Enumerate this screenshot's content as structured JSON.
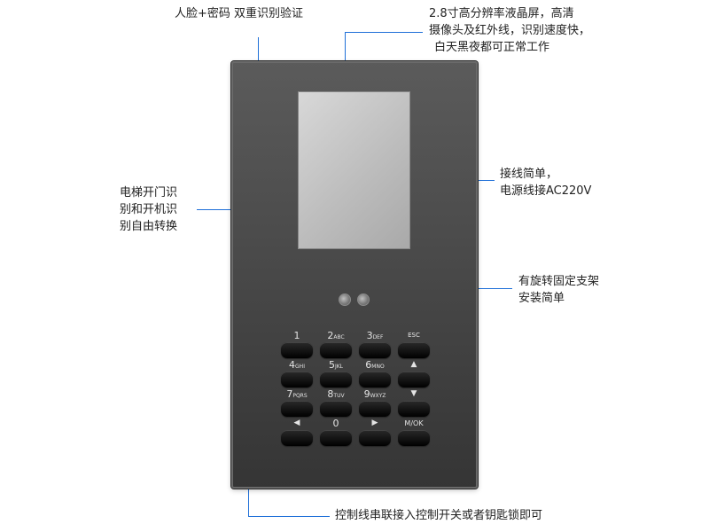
{
  "callouts": {
    "face_password": "人脸+密码 双重识别验证",
    "screen_line1": "2.8寸高分辨率液晶屏，高清",
    "screen_line2": "摄像头及红外线，识别速度快，",
    "screen_line3": "白天黑夜都可正常工作",
    "elevator_line1": "电梯开门识",
    "elevator_line2": "别和开机识",
    "elevator_line3": "别自由转换",
    "wiring_line1": "接线简单，",
    "wiring_line2": "电源线接AC220V",
    "mount_line1": "有旋转固定支架",
    "mount_line2": "安装简单",
    "control_line": "控制线串联接入控制开关或者钥匙锁即可"
  },
  "keypad": {
    "k1": "1",
    "k2": "2",
    "k2_sub": "ABC",
    "k3": "3",
    "k3_sub": "DEF",
    "kesc": "ESC",
    "k4": "4",
    "k4_sub": "GHI",
    "k5": "5",
    "k5_sub": "JKL",
    "k6": "6",
    "k6_sub": "MNO",
    "kup": "▲",
    "k7": "7",
    "k7_sub": "PQRS",
    "k8": "8",
    "k8_sub": "TUV",
    "k9": "9",
    "k9_sub": "WXYZ",
    "kdown": "▼",
    "kleft": "◀",
    "k0": "0",
    "kright": "▶",
    "kmok": "M/OK"
  },
  "colors": {
    "accent": "#1e6fd8",
    "device_body": "#4a4a4a",
    "screen": "#c4c4c4"
  }
}
